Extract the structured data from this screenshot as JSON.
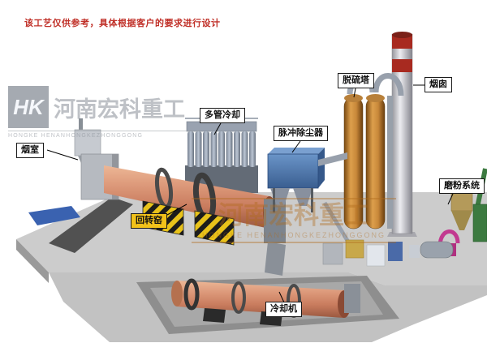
{
  "page": {
    "disclaimer": "该工艺仅供参考，具体根据客户的要求进行设计"
  },
  "watermark_left": {
    "logo": "HK",
    "company": "河南宏科重工",
    "tagline": "HONGKE HENANHONGKEZHONGGONG"
  },
  "watermark_center": {
    "company": "河南宏科重工",
    "tagline": "HONGKE HENANHONGKEZHONGGONG"
  },
  "labels": {
    "smoke_chamber": "烟室",
    "multi_tube_cooler": "多管冷却",
    "pulse_dust_collector": "脉冲除尘器",
    "desulfurization_tower": "脱硫塔",
    "chimney": "烟囱",
    "grinding_system": "磨粉系统",
    "rotary_kiln": "回转窑",
    "cooling_machine": "冷却机"
  },
  "colors": {
    "kiln_shell": "#d08a6e",
    "dust_collector_blue": "#4a74a8",
    "tower_tan": "#c8883a",
    "chimney_band_red": "#a82a20",
    "highlight_label_yellow": "#f2c21a",
    "platform_gray": "#cccccc",
    "disclaimer_red": "#c03028"
  }
}
